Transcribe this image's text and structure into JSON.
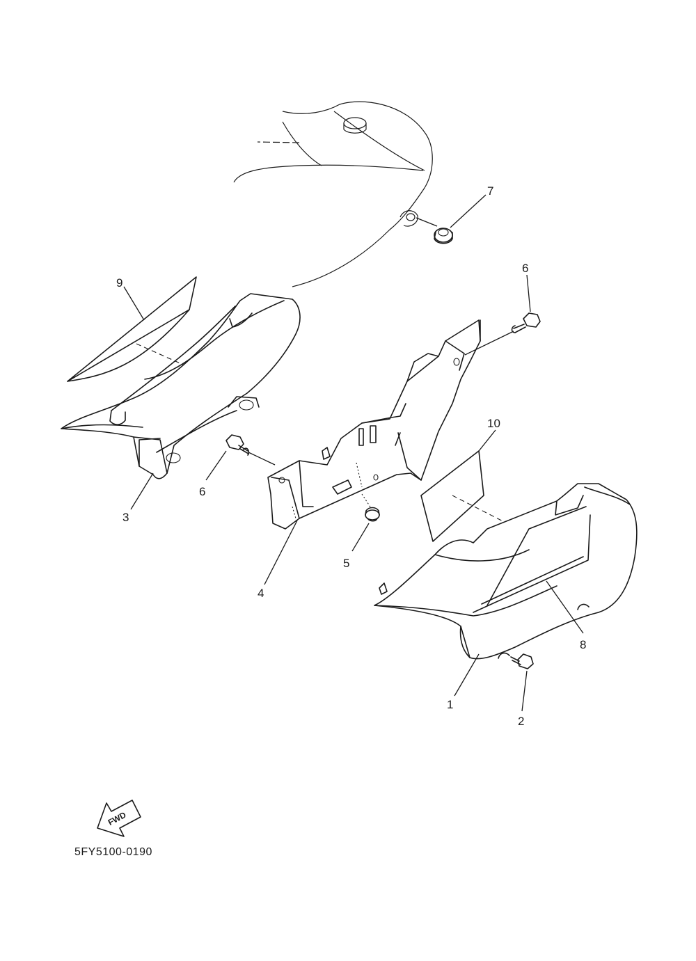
{
  "diagram": {
    "callouts": {
      "c1": "1",
      "c2": "2",
      "c3": "3",
      "c4": "4",
      "c5": "5",
      "c6a": "6",
      "c6b": "6",
      "c7": "7",
      "c8": "8",
      "c9": "9",
      "c10": "10"
    },
    "forward_arrow_label": "FWD",
    "drawing_code": "5FY5100-0190"
  }
}
